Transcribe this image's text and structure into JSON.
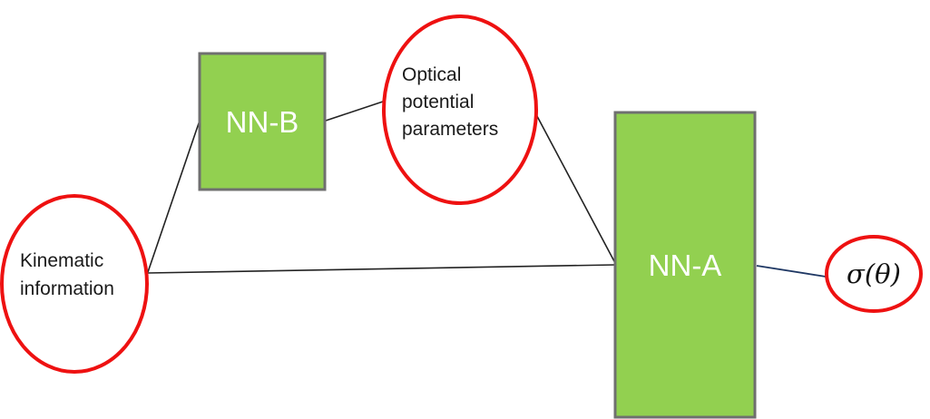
{
  "nodes": {
    "nn_b": {
      "label": "NN-B"
    },
    "nn_a": {
      "label": "NN-A"
    },
    "kinematic": {
      "label_lines": [
        "Kinematic",
        "information"
      ]
    },
    "optical": {
      "label_lines": [
        "Optical",
        "potential",
        "parameters"
      ]
    },
    "output": {
      "label": "σ(θ)"
    }
  },
  "edges": [
    {
      "from": "Kinematic information",
      "to": "NN-B"
    },
    {
      "from": "NN-B",
      "to": "Optical potential parameters"
    },
    {
      "from": "Optical potential parameters",
      "to": "NN-A"
    },
    {
      "from": "Kinematic information",
      "to": "NN-A"
    },
    {
      "from": "NN-A",
      "to": "σ(θ)"
    }
  ],
  "colors": {
    "box_fill": "#92d050",
    "box_border": "#6f6f6f",
    "ellipse_border": "#ee1111",
    "output_connector": "#1f3864"
  }
}
